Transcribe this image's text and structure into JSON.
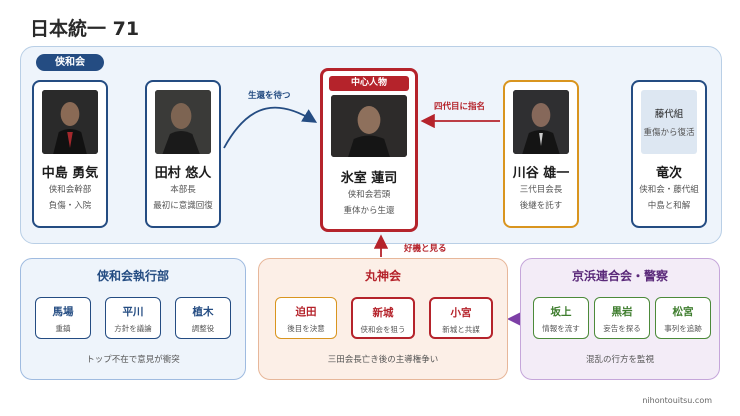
{
  "title": "日本統一 71",
  "top_group": {
    "label": "侠和会"
  },
  "people": {
    "nakajima": {
      "name": "中島 勇気",
      "role": "侠和会幹部",
      "note": "負傷・入院"
    },
    "tamura": {
      "name": "田村 悠人",
      "role": "本部長",
      "note": "最初に意識回復"
    },
    "himuro": {
      "badge": "中心人物",
      "name": "氷室 蓮司",
      "role": "侠和会若頭",
      "note": "重体から生還"
    },
    "kawatani": {
      "name": "川谷 雄一",
      "role": "三代目会長",
      "note": "後継を託す"
    },
    "ryuji": {
      "placeholder_org": "藤代組",
      "placeholder_note": "重傷から復活",
      "name": "竜次",
      "role": "侠和会・藤代組",
      "note": "中島と和解"
    }
  },
  "arrows": {
    "tamura_to_himuro": "生還を待つ",
    "kawatani_to_himuro": "四代目に指名",
    "marujin_to_himuro": "好機と見る"
  },
  "panels": {
    "executive": {
      "title": "侠和会執行部",
      "members": [
        {
          "name": "馬場",
          "role": "重鎮"
        },
        {
          "name": "平川",
          "role": "方針を議論"
        },
        {
          "name": "植木",
          "role": "調整役"
        }
      ],
      "footer": "トップ不在で意見が衝突"
    },
    "marujin": {
      "title": "丸神会",
      "members": [
        {
          "name": "迫田",
          "role": "後目を決意"
        },
        {
          "name": "新城",
          "role": "侠和会を狙う"
        },
        {
          "name": "小宮",
          "role": "新城と共謀"
        }
      ],
      "footer": "三田会長亡き後の主導権争い"
    },
    "keihin": {
      "title": "京浜連合会・警察",
      "members": [
        {
          "name": "坂上",
          "role": "情報を流す"
        },
        {
          "name": "黒岩",
          "role": "妄告を探る"
        },
        {
          "name": "松宮",
          "role": "事列を追跡"
        }
      ],
      "footer": "混乱の行方を監視"
    }
  },
  "footer": "nihontouitsu.com",
  "colors": {
    "navy": "#244c82",
    "red": "#b5232b",
    "gold": "#d9951f",
    "purple": "#7d3fa6",
    "green": "#4c8a3a"
  }
}
